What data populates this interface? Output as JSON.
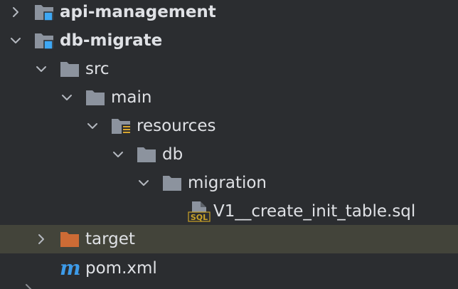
{
  "tree": {
    "rows": [
      {
        "label": "api-management",
        "state": "collapsed",
        "icon": "module-folder-icon"
      },
      {
        "label": "db-migrate",
        "state": "expanded",
        "icon": "module-folder-icon"
      },
      {
        "label": "src",
        "state": "expanded",
        "icon": "folder-icon"
      },
      {
        "label": "main",
        "state": "expanded",
        "icon": "folder-icon"
      },
      {
        "label": "resources",
        "state": "expanded",
        "icon": "resources-folder-icon"
      },
      {
        "label": "db",
        "state": "expanded",
        "icon": "folder-icon"
      },
      {
        "label": "migration",
        "state": "expanded",
        "icon": "folder-icon"
      },
      {
        "label": "V1__create_init_table.sql",
        "state": "leaf",
        "icon": "sql-file-icon",
        "icon_text": "SQL"
      },
      {
        "label": "target",
        "state": "collapsed",
        "icon": "excluded-folder-icon",
        "selected": true
      },
      {
        "label": "pom.xml",
        "state": "leaf",
        "icon": "maven-file-icon",
        "icon_text": "m"
      }
    ]
  },
  "colors": {
    "background": "#2b2d30",
    "selection": "#43443a",
    "folder": "#8c939e",
    "module_badge": "#3ea8f5",
    "excluded_folder": "#cc6b35",
    "maven": "#3d9be9",
    "sql_badge": "#c9a227",
    "text": "#dfe1e5"
  }
}
